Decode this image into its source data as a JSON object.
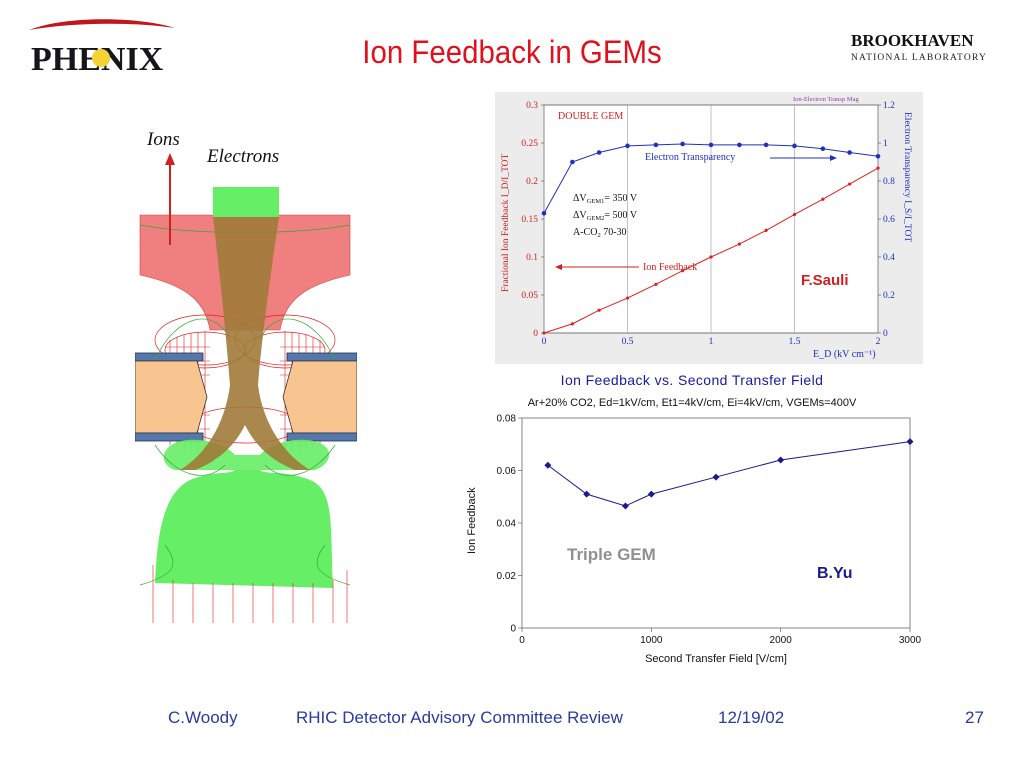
{
  "title": "Ion Feedback in GEMs",
  "logos": {
    "left": "PHENIX",
    "right_line1": "BROOKHAVEN",
    "right_line2": "NATIONAL LABORATORY"
  },
  "diagram": {
    "ions_label": "Ions",
    "electrons_label": "Electrons"
  },
  "footer": {
    "author": "C.Woody",
    "event": "RHIC Detector Advisory Committee Review",
    "date": "12/19/02",
    "page": "27"
  },
  "colors": {
    "title": "#e0101c",
    "footer": "#2a3aa0",
    "ion_feedback": "#e02020",
    "electron_transparency": "#2030c0",
    "triple_gem": "#1a1a8c",
    "green_field": "#66ee66",
    "pink_field": "#f08080"
  },
  "chart_data": [
    {
      "type": "line",
      "title": "DOUBLE GEM",
      "corner_label": "Ion-Electron Transp Mag",
      "credit": "F.Sauli",
      "xlabel": "E_D (kV cm⁻¹)",
      "ylabel": "Fractional Ion Feedback I_D/I_TOT",
      "y2label": "Electron Transparency I_S/I_TOT",
      "xlim": [
        0,
        2
      ],
      "ylim": [
        0,
        0.3
      ],
      "y2lim": [
        0,
        1.2
      ],
      "x_ticks": [
        "0",
        "0.5",
        "1",
        "1.5",
        "2"
      ],
      "y_ticks": [
        "0",
        "0.05",
        "0.1",
        "0.15",
        "0.2",
        "0.25",
        "0.3"
      ],
      "y2_ticks": [
        "0",
        "0.2",
        "0.4",
        "0.6",
        "0.8",
        "1",
        "1.2"
      ],
      "annotations": {
        "line1_pre": "ΔV",
        "line1_sub": "GEM1",
        "line1_post": "= 350 V",
        "line2_pre": "ΔV",
        "line2_sub": "GEM2",
        "line2_post": "= 500 V",
        "line3_pre": "A-CO",
        "line3_sub": "2",
        "line3_post": " 70-30"
      },
      "series": [
        {
          "name": "Ion Feedback",
          "axis": "left",
          "color": "#e02020",
          "x": [
            0,
            0.17,
            0.33,
            0.5,
            0.67,
            0.83,
            1.0,
            1.17,
            1.33,
            1.5,
            1.67,
            1.83,
            2.0
          ],
          "y": [
            0.0,
            0.012,
            0.03,
            0.046,
            0.064,
            0.082,
            0.1,
            0.117,
            0.135,
            0.156,
            0.176,
            0.196,
            0.217
          ]
        },
        {
          "name": "Electron Transparency",
          "axis": "right",
          "color": "#2030c0",
          "x": [
            0,
            0.17,
            0.33,
            0.5,
            0.67,
            0.83,
            1.0,
            1.17,
            1.33,
            1.5,
            1.67,
            1.83,
            2.0
          ],
          "y": [
            0.63,
            0.9,
            0.95,
            0.985,
            0.99,
            0.995,
            0.99,
            0.99,
            0.99,
            0.985,
            0.97,
            0.95,
            0.93
          ]
        }
      ]
    },
    {
      "type": "line",
      "title": "Ion Feedback vs. Second Transfer Field",
      "subtitle": "Ar+20% CO2, Ed=1kV/cm, Et1=4kV/cm, Ei=4kV/cm, VGEMs=400V",
      "xlabel": "Second Transfer Field  [V/cm]",
      "ylabel": "Ion Feedback",
      "xlim": [
        0,
        3000
      ],
      "ylim": [
        0,
        0.08
      ],
      "x_ticks": [
        "0",
        "1000",
        "2000",
        "3000"
      ],
      "y_ticks": [
        "0",
        "0.02",
        "0.04",
        "0.06",
        "0.08"
      ],
      "inner_label": "Triple GEM",
      "credit": "B.Yu",
      "series": [
        {
          "x": [
            200,
            500,
            800,
            1000,
            1500,
            2000,
            3000
          ],
          "y": [
            0.062,
            0.051,
            0.0465,
            0.051,
            0.0575,
            0.064,
            0.071
          ]
        }
      ]
    }
  ]
}
